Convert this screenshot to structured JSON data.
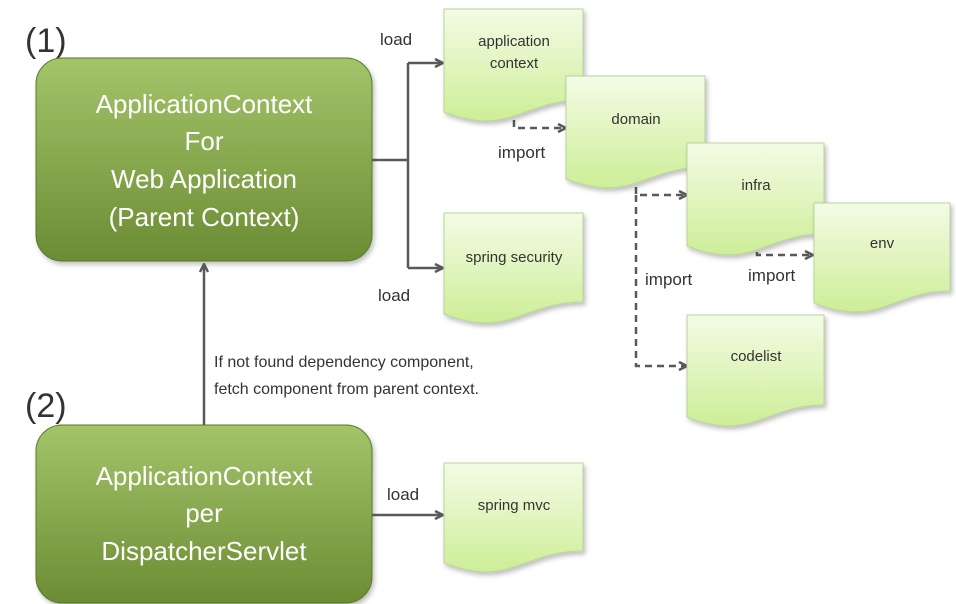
{
  "colors": {
    "context_fill_top": "#a4c46a",
    "context_fill_bottom": "#6b8c33",
    "context_stroke": "#5a7a2c",
    "doc_fill_top": "#f4fbe6",
    "doc_fill_bottom": "#cdee97",
    "doc_stroke": "#b8d69a",
    "arrow": "#595959"
  },
  "steps": {
    "one": "(1)",
    "two": "(2)"
  },
  "parent_context": {
    "lines": [
      "ApplicationContext",
      "For",
      "Web Application",
      "(Parent Context)"
    ]
  },
  "servlet_context": {
    "lines": [
      "ApplicationContext",
      "per",
      "DispatcherServlet"
    ]
  },
  "documents": {
    "application_context": [
      "application",
      "context"
    ],
    "domain": "domain",
    "infra": "infra",
    "env": "env",
    "spring_security": "spring security",
    "codelist": "codelist",
    "spring_mvc": "spring mvc"
  },
  "edges": {
    "load_top": "load",
    "load_bottom": "load",
    "load_mvc": "load",
    "import_domain": "import",
    "import_codelist": "import",
    "import_env": "import"
  },
  "note": {
    "line1": "If not found dependency component,",
    "line2": "fetch component from parent context."
  }
}
